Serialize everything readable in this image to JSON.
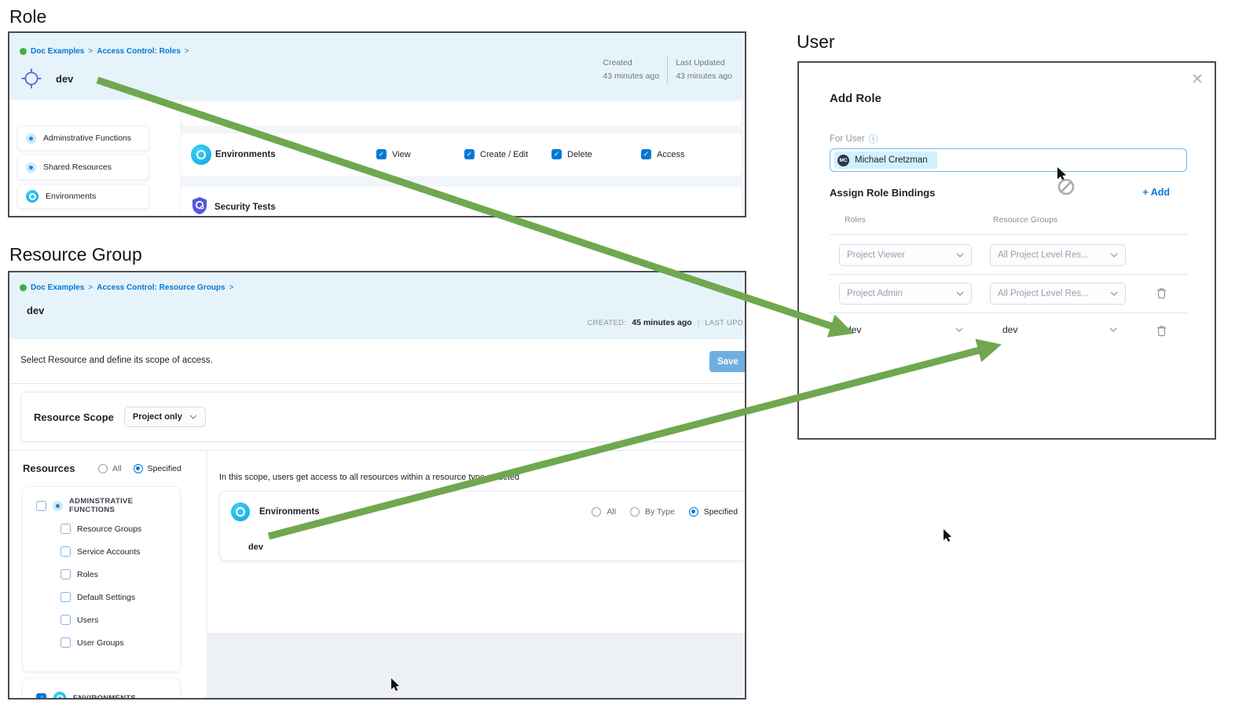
{
  "colors": {
    "accent": "#0278d5",
    "arrow_green": "#70a74f",
    "header_bg": "#e7f3fa",
    "env_cyan": "#12b5ea"
  },
  "role_panel": {
    "section_title": "Role",
    "breadcrumb": {
      "items": [
        "Doc Examples",
        "Access Control: Roles"
      ],
      "sep": ">"
    },
    "entity_name": "dev",
    "meta": {
      "created_label": "Created",
      "created_value": "43 minutes ago",
      "updated_label": "Last Updated",
      "updated_value": "43 minutes ago"
    },
    "sidebar": {
      "items": [
        {
          "label": "Adminstrative Functions"
        },
        {
          "label": "Shared Resources"
        },
        {
          "label": "Environments"
        }
      ]
    },
    "permissions_row": {
      "label": "Environments",
      "checks": [
        "View",
        "Create / Edit",
        "Delete",
        "Access"
      ]
    },
    "security_row": {
      "label": "Security Tests"
    }
  },
  "resource_group_panel": {
    "section_title": "Resource Group",
    "breadcrumb": {
      "items": [
        "Doc Examples",
        "Access Control: Resource Groups"
      ],
      "sep": ">"
    },
    "entity_name": "dev",
    "meta": {
      "created_label": "CREATED:",
      "created_value": "45 minutes ago",
      "divider": "|",
      "updated_label": "LAST UPD"
    },
    "toolbar": {
      "description": "Select Resource and define its scope of access.",
      "save_label": "Save"
    },
    "scope": {
      "label": "Resource Scope",
      "value": "Project only"
    },
    "resources": {
      "label": "Resources",
      "radio_all": "All",
      "radio_specified": "Specified",
      "tree": {
        "parent": "ADMINSTRATIVE FUNCTIONS",
        "children": [
          "Resource Groups",
          "Service Accounts",
          "Roles",
          "Default Settings",
          "Users",
          "User Groups"
        ]
      },
      "environments_group": "ENVIRONMENTS"
    },
    "scope_detail": {
      "note": "In this scope, users get access to all resources within a resource type selected",
      "row_label": "Environments",
      "radio_all": "All",
      "radio_by_type": "By Type",
      "radio_specified": "Specified",
      "resource_name": "dev"
    }
  },
  "user_panel": {
    "section_title": "User",
    "dialog_title": "Add Role",
    "for_user_label": "For User",
    "user_chip": {
      "initials": "MC",
      "name": "Michael Cretzman"
    },
    "bindings": {
      "heading": "Assign Role Bindings",
      "add_label": "+ Add",
      "col_roles": "Roles",
      "col_resource_groups": "Resource Groups",
      "rows": [
        {
          "role": "Project Viewer",
          "resource_group": "All Project Level Res..."
        },
        {
          "role": "Project Admin",
          "resource_group": "All Project Level Res..."
        },
        {
          "role": "dev",
          "resource_group": "dev"
        }
      ]
    }
  }
}
